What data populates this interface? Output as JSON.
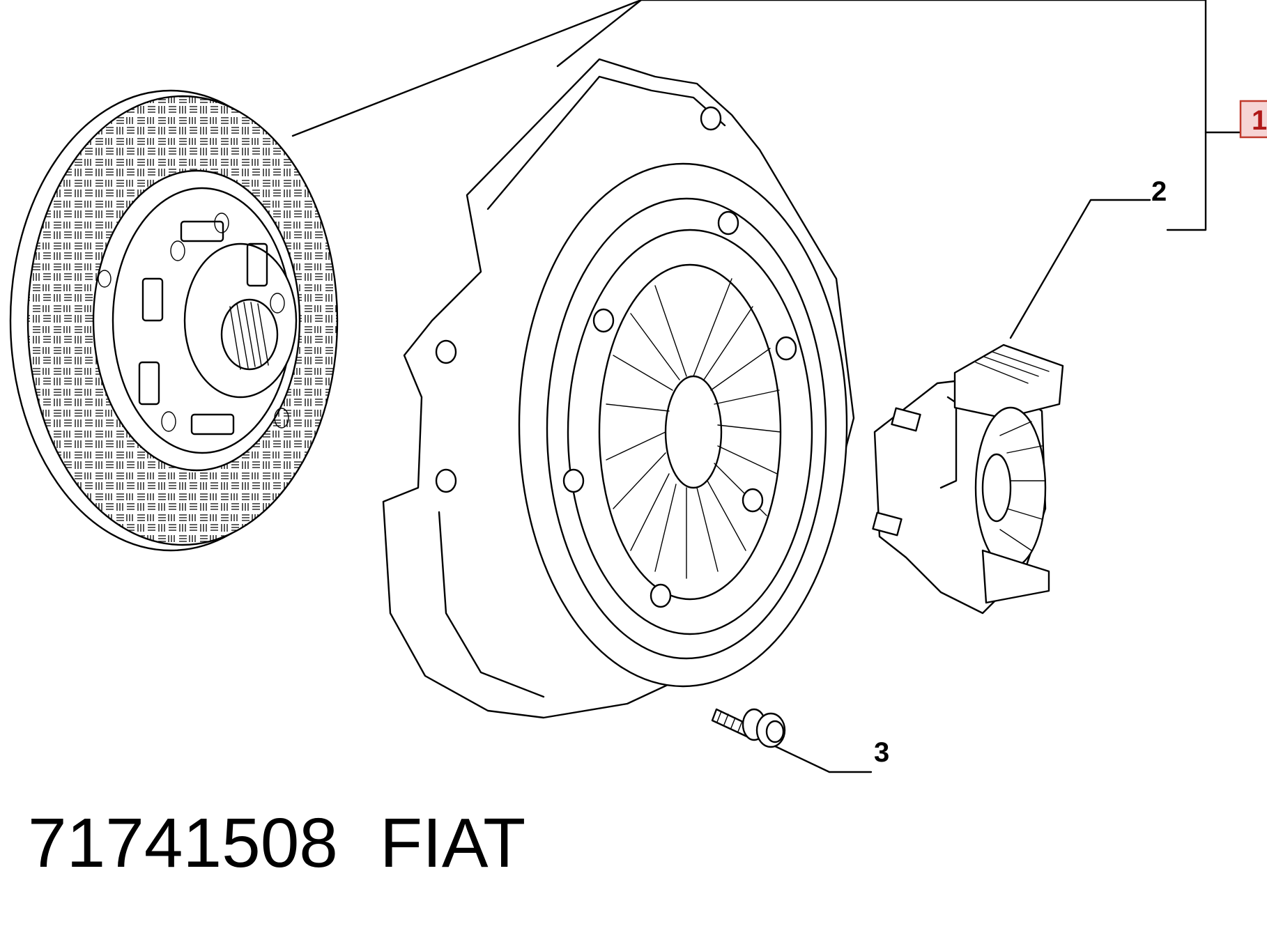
{
  "callouts": [
    {
      "id": "1",
      "label": "1",
      "highlighted": true
    },
    {
      "id": "2",
      "label": "2",
      "highlighted": false
    },
    {
      "id": "3",
      "label": "3",
      "highlighted": false
    }
  ],
  "footer": {
    "part_number": "71741508",
    "brand": "FIAT"
  },
  "colors": {
    "line": "#000000",
    "highlight_fill": "#f6d4d4",
    "highlight_stroke": "#c0392b",
    "highlight_text": "#b01818",
    "background": "#ffffff"
  },
  "icons": [
    "clutch-disc-icon",
    "pressure-plate-icon",
    "release-bearing-icon",
    "bolt-icon"
  ]
}
